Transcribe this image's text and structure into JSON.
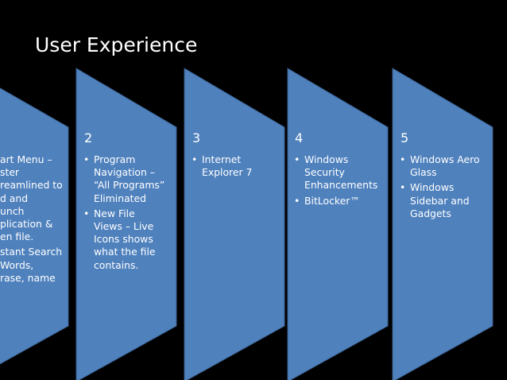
{
  "slide_title": "User Experience",
  "colors": {
    "background": "#000000",
    "chevron_fill": "#4f81bd",
    "chevron_stroke": "#385d8a",
    "text": "#ffffff"
  },
  "steps": [
    {
      "number": "",
      "bullets": [
        "art Menu –\nster\nreamlined to\nd and\nunch\nplication &\nen file.",
        "stant Search\nWords,\nrase, name"
      ]
    },
    {
      "number": "2",
      "bullets": [
        "Program\nNavigation –\n“All Programs”\nEliminated",
        "New File\nViews – Live\nIcons shows\nwhat the file\ncontains."
      ]
    },
    {
      "number": "3",
      "bullets": [
        "Internet\nExplorer 7"
      ]
    },
    {
      "number": "4",
      "bullets": [
        "Windows\nSecurity\nEnhancements",
        "BitLocker™"
      ]
    },
    {
      "number": "5",
      "bullets": [
        "Windows Aero\nGlass",
        "Windows\nSidebar and\nGadgets"
      ]
    }
  ]
}
